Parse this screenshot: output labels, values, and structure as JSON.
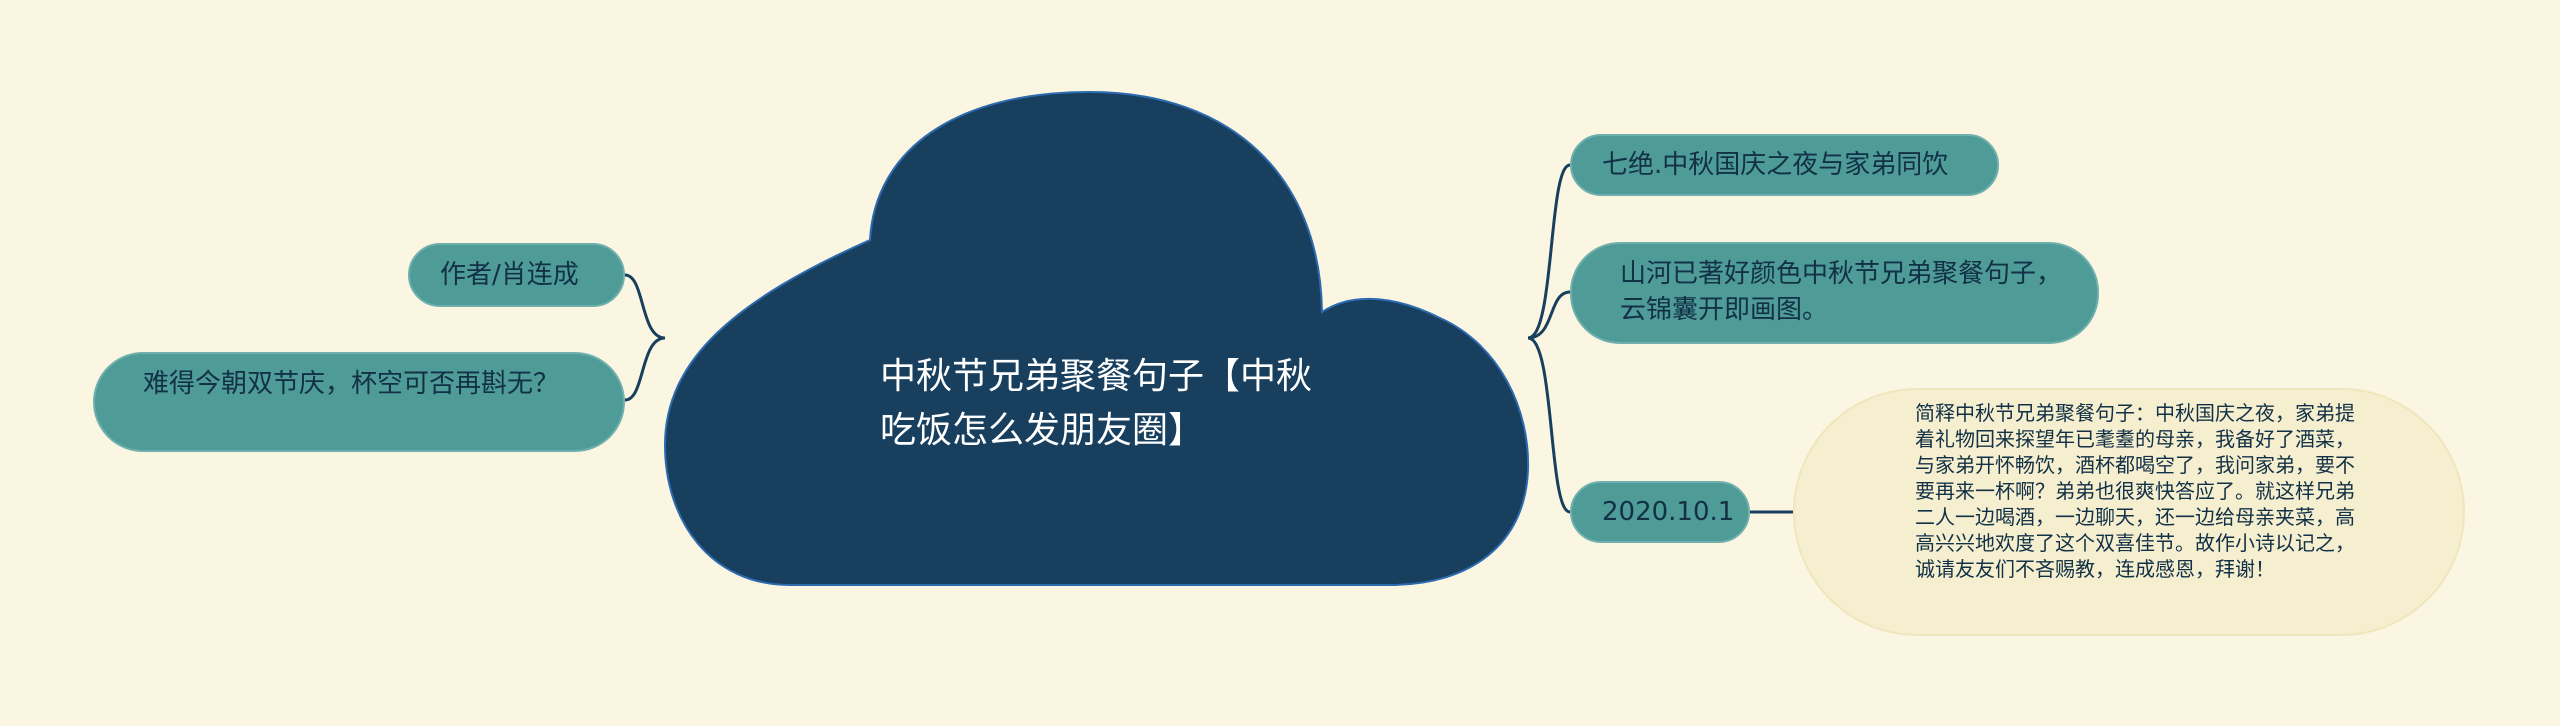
{
  "center": {
    "title": "中秋节兄弟聚餐句子【中秋吃饭怎么发朋友圈】"
  },
  "left_nodes": [
    {
      "label": "作者/肖连成"
    },
    {
      "label": "难得今朝双节庆，杯空可否再斟无？"
    }
  ],
  "right_nodes": [
    {
      "label": "七绝.中秋国庆之夜与家弟同饮"
    },
    {
      "label": "山河已著好颜色中秋节兄弟聚餐句子，云锦囊开即画图。"
    },
    {
      "label": "2020.10.1"
    }
  ],
  "note": {
    "text": "简释中秋节兄弟聚餐句子：中秋国庆之夜，家弟提着礼物回来探望年已耄耋的母亲，我备好了酒菜，与家弟开怀畅饮，酒杯都喝空了，我问家弟，要不要再来一杯啊？弟弟也很爽快答应了。就这样兄弟二人一边喝酒，一边聊天，还一边给母亲夹菜，高高兴兴地欢度了这个双喜佳节。故作小诗以记之，诚请友友们不吝赐教，连成感恩，拜谢！"
  },
  "colors": {
    "background": "#fbf6e1",
    "cloud": "#183f5e",
    "node": "#4e9b98",
    "connector": "#183f5e",
    "note": "#f5efd0"
  }
}
